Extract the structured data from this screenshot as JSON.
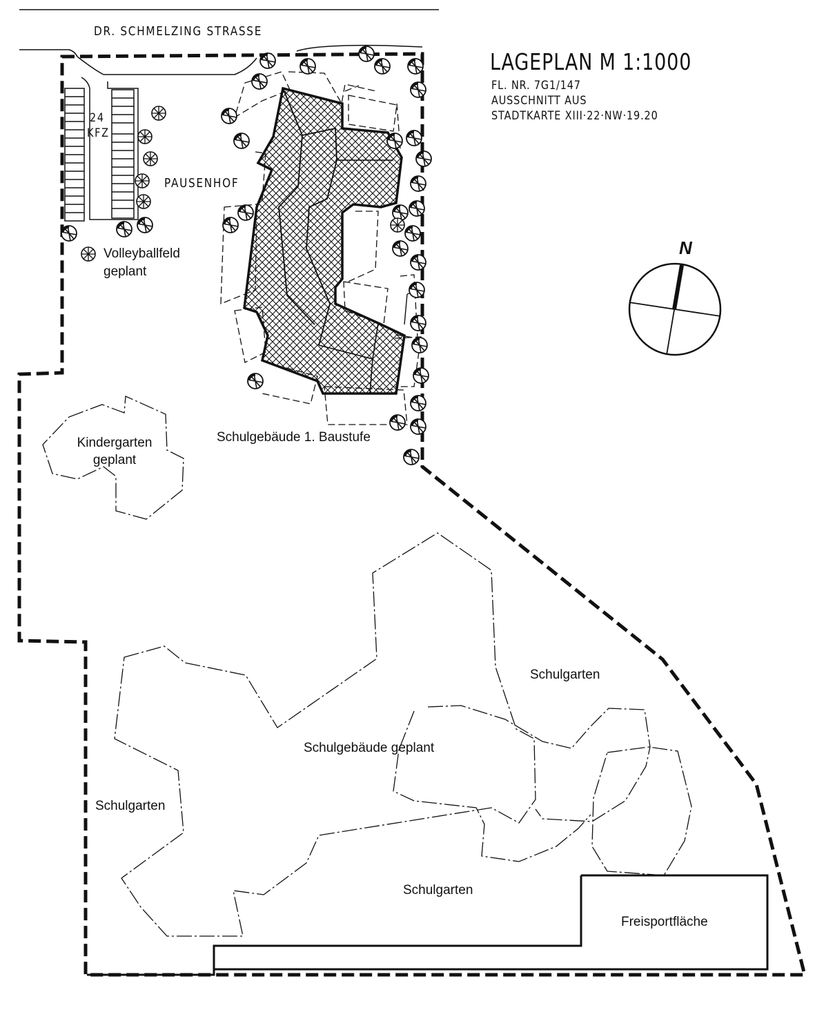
{
  "street": "DR. SCHMELZING STRASSE",
  "title": "LAGEPLAN M 1:1000",
  "subtitle": [
    "FL. NR. 7G1/147",
    "AUSSCHNITT AUS",
    "STADTKARTE XIII·22·NW·19.20"
  ],
  "north": "N",
  "labels": {
    "parking_count": "24",
    "parking_unit": "KFZ",
    "pausenhof": "PAUSENHOF",
    "volleyball": [
      "Volleyballfeld",
      "geplant"
    ],
    "kindergarten": [
      "Kindergarten",
      "geplant"
    ],
    "school_stage1": "Schulgebäude 1. Baustufe",
    "school_planned": "Schulgebäude geplant",
    "garden_ne": "Schulgarten",
    "garden_w": "Schulgarten",
    "garden_s": "Schulgarten",
    "sports": "Freisportfläche"
  },
  "colors": {
    "ink": "#111111",
    "paper": "#ffffff"
  }
}
